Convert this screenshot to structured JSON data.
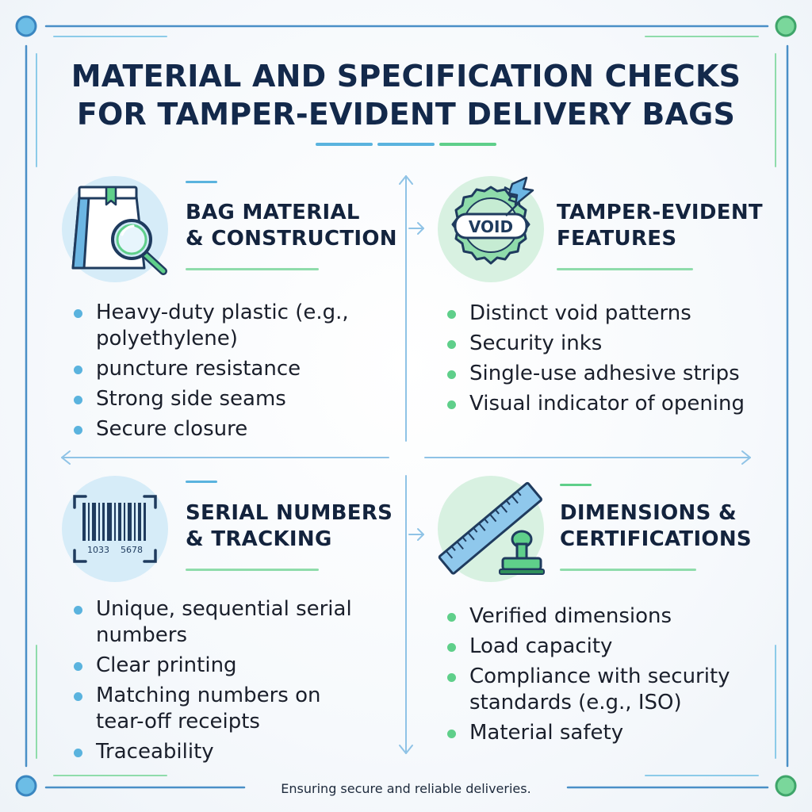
{
  "title": {
    "line1": "MATERIAL AND SPECIFICATION CHECKS",
    "line2": "FOR TAMPER-EVIDENT DELIVERY BAGS"
  },
  "colors": {
    "navy": "#13294b",
    "blue": "#5ab3de",
    "green": "#5fcf8a",
    "frame_blue": "#4a8fc7",
    "divider": "#8fc3e6"
  },
  "sections": {
    "bag_material": {
      "icon": "bag-magnifier-icon",
      "heading_line1": "BAG MATERIAL",
      "heading_line2": "& CONSTRUCTION",
      "bullets": [
        [
          "Heavy-duty plastic (e.g.,",
          "polyethylene)"
        ],
        [
          "puncture resistance"
        ],
        [
          "Strong side seams"
        ],
        [
          "Secure closure"
        ]
      ]
    },
    "tamper_evident": {
      "icon": "void-seal-icon",
      "icon_text": "VOID",
      "heading_line1": "TAMPER-EVIDENT",
      "heading_line2": "FEATURES",
      "bullets": [
        [
          "Distinct void patterns"
        ],
        [
          "Security inks"
        ],
        [
          "Single-use adhesive strips"
        ],
        [
          "Visual indicator of opening"
        ]
      ]
    },
    "serial_numbers": {
      "icon": "barcode-icon",
      "icon_text_left": "1033",
      "icon_text_right": "5678",
      "heading_line1": "SERIAL NUMBERS",
      "heading_line2": "& TRACKING",
      "bullets": [
        [
          "Unique, sequential serial",
          "numbers"
        ],
        [
          "Clear printing"
        ],
        [
          "Matching numbers on",
          "tear-off receipts"
        ],
        [
          "Traceability"
        ]
      ]
    },
    "dimensions": {
      "icon": "ruler-stamp-icon",
      "heading_line1": "DIMENSIONS &",
      "heading_line2": "CERTIFICATIONS",
      "bullets": [
        [
          "Verified dimensions"
        ],
        [
          "Load capacity"
        ],
        [
          "Compliance with security",
          "standards (e.g., ISO)"
        ],
        [
          "Material safety"
        ]
      ]
    }
  },
  "footer": "Ensuring secure and reliable deliveries."
}
